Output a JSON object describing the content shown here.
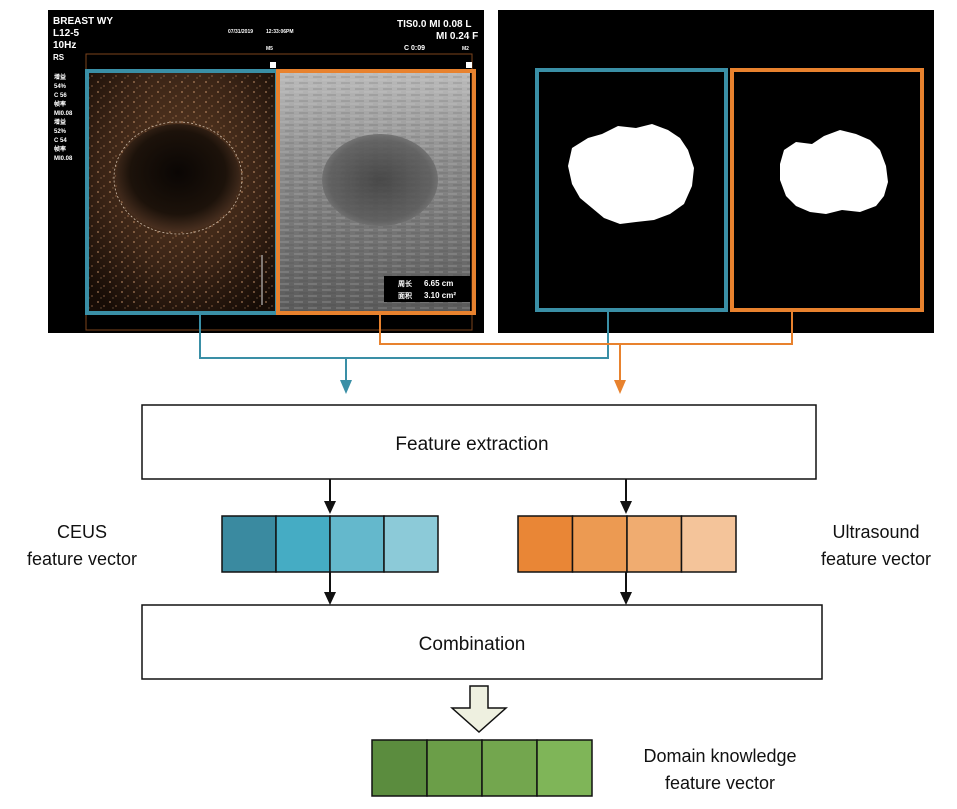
{
  "ultrasound_overlay": {
    "line1": "BREAST WY",
    "line2": "L12-5",
    "line3": "10Hz",
    "line4": "RS",
    "date": "07/31/2019",
    "time": "12:33:06PM",
    "ti_mi_top": "TIS0.0  MI 0.08 L",
    "ti_mi_bottom": "MI 0.24 F",
    "c_value": "C 0:09",
    "m_left": "M5",
    "m_right": "M2",
    "params_a": [
      "增益",
      "54%",
      "C 56",
      "帧率",
      "MI0.08"
    ],
    "params_b": [
      "增益",
      "52%",
      "C 54",
      "帧率",
      "MI0.08"
    ],
    "meas_perimeter_label": "周长",
    "meas_perimeter_value": "6.65 cm",
    "meas_area_label": "面积",
    "meas_area_value": "3.10 cm²"
  },
  "boxes": {
    "feature_extraction": "Feature extraction",
    "combination": "Combination"
  },
  "labels": {
    "ceus_line1": "CEUS",
    "ceus_line2": "feature vector",
    "us_line1": "Ultrasound",
    "us_line2": "feature vector",
    "dk_line1": "Domain knowledge",
    "dk_line2": "feature vector"
  },
  "colors": {
    "ceus_outline": "#3a8fa6",
    "us_outline": "#e8822e",
    "ceus_cells": [
      "#3a8aa0",
      "#45acc4",
      "#64b8cc",
      "#8ccad8"
    ],
    "us_cells": [
      "#e98636",
      "#ec9a52",
      "#f0ac70",
      "#f4c49a"
    ],
    "dk_cells": [
      "#5b8c3e",
      "#6b9e48",
      "#73a64e",
      "#7fb558"
    ],
    "hollow_arrow_fill": "#eef0e0"
  }
}
